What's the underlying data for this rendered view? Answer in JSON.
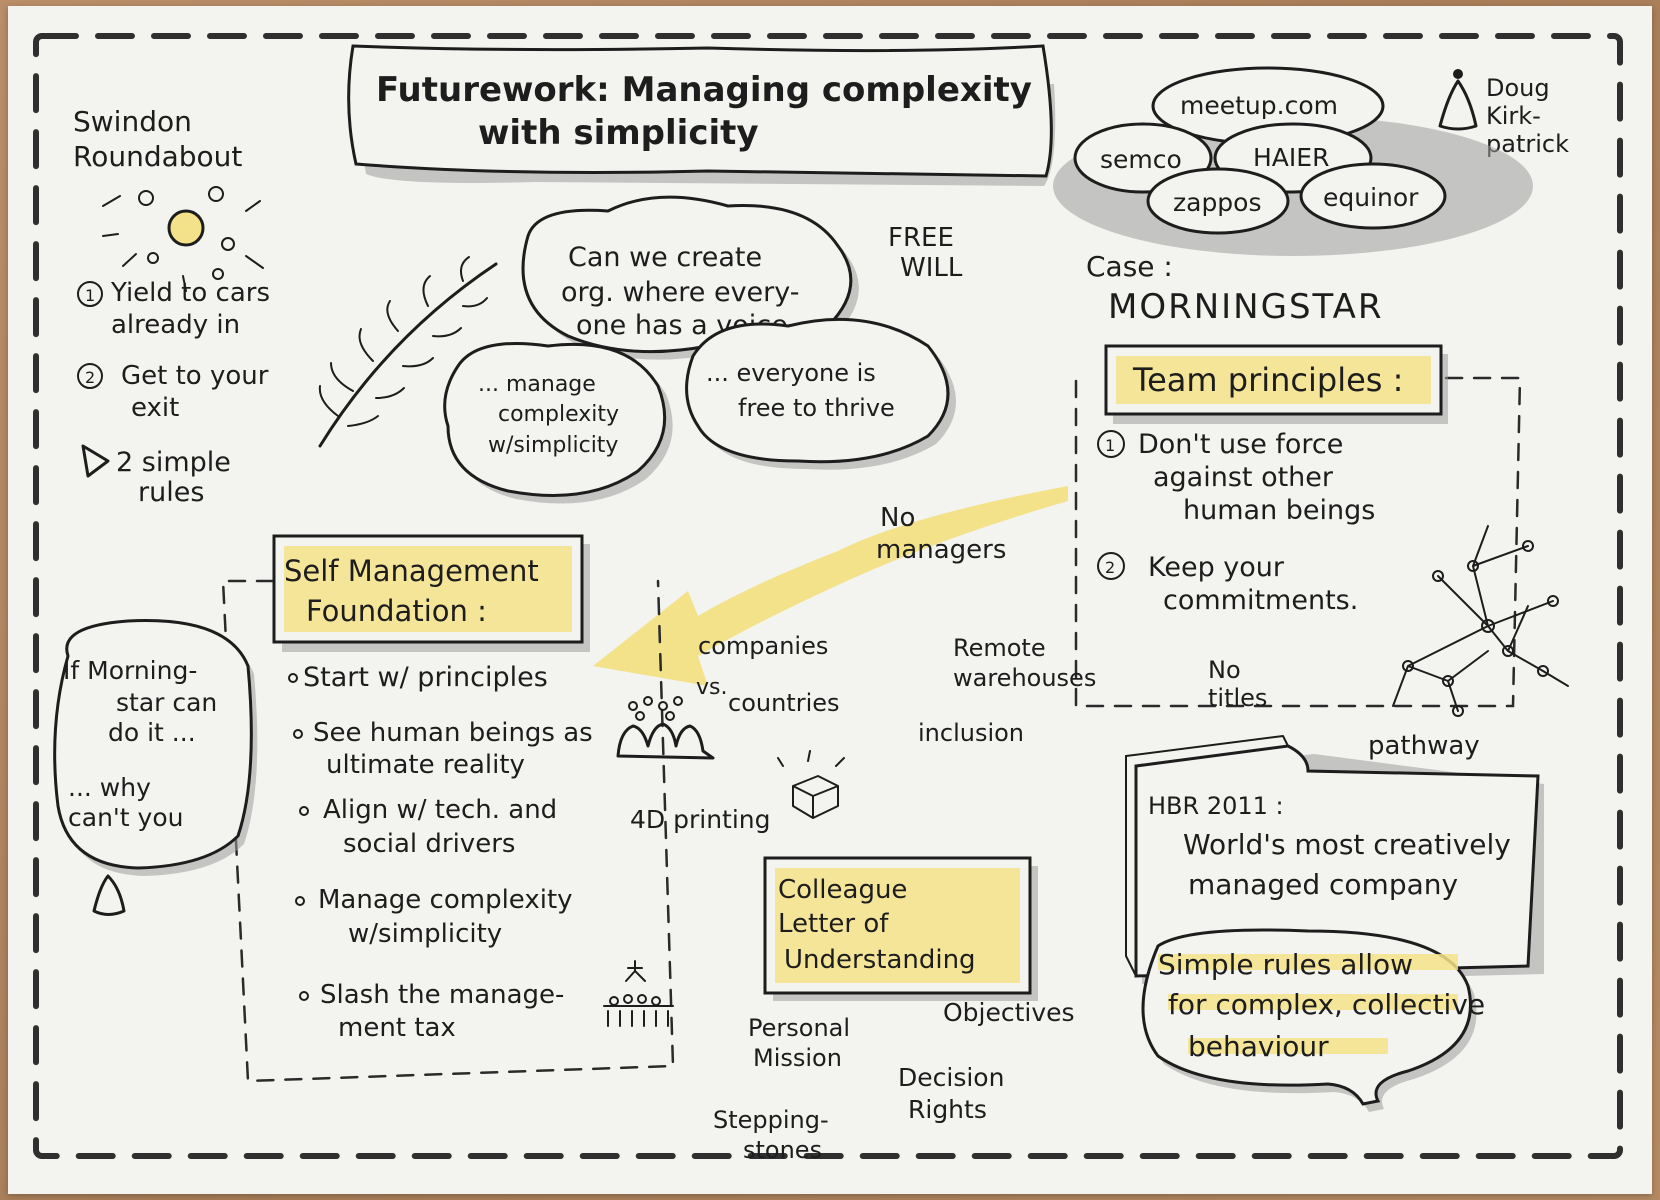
{
  "title": {
    "line1": "Futurework: Managing complexity",
    "line2": "with simplicity"
  },
  "speaker": {
    "line1": "Doug",
    "line2": "Kirk-",
    "line3": "patrick"
  },
  "companies": [
    "meetup.com",
    "semco",
    "HAIER",
    "zappos",
    "equinor"
  ],
  "roundabout": {
    "line1": "Swindon",
    "line2": "Roundabout",
    "rule1_a": "Yield to cars",
    "rule1_b": "already in",
    "rule2_a": "Get to your",
    "rule2_b": "exit",
    "summary_a": "2 simple",
    "summary_b": "rules"
  },
  "question_cloud": {
    "line1": "Can we create",
    "line2": "org. where every-",
    "line3": "one has a voice"
  },
  "cloud_complexity": {
    "line1": "... manage",
    "line2": "complexity",
    "line3": "w/simplicity"
  },
  "cloud_thrive": {
    "line1": "... everyone is",
    "line2": "free to thrive"
  },
  "free_will": {
    "line1": "FREE",
    "line2": "WILL"
  },
  "case": {
    "label": "Case :",
    "name": "MORNINGSTAR"
  },
  "team_principles": {
    "title": "Team principles :",
    "p1_a": "Don't use force",
    "p1_b": "against other",
    "p1_c": "human beings",
    "p2_a": "Keep your",
    "p2_b": "commitments."
  },
  "no_managers": {
    "line1": "No",
    "line2": "managers"
  },
  "self_management": {
    "title_a": "Self Management",
    "title_b": "Foundation :",
    "b1": "Start w/ principles",
    "b2_a": "See human beings as",
    "b2_b": "ultimate reality",
    "b3_a": "Align w/ tech. and",
    "b3_b": "social drivers",
    "b4_a": "Manage complexity",
    "b4_b": "w/simplicity",
    "b5_a": "Slash the manage-",
    "b5_b": "ment tax"
  },
  "morningstar_bubble": {
    "line1": "If Morning-",
    "line2": "star can",
    "line3": "do it ...",
    "line4": "... why",
    "line5": "can't you"
  },
  "companies_vs": {
    "line1": "companies",
    "line2": "vs.",
    "line3": "countries"
  },
  "remote": {
    "line1": "Remote",
    "line2": "warehouses"
  },
  "no_titles": {
    "line1": "No",
    "line2": "titles"
  },
  "inclusion": "inclusion",
  "pathway": "pathway",
  "printing": "4D printing",
  "colleague_letter": {
    "line1": "Colleague",
    "line2": "Letter of",
    "line3": "Understanding"
  },
  "objectives": "Objectives",
  "personal_mission": {
    "line1": "Personal",
    "line2": "Mission"
  },
  "decision_rights": {
    "line1": "Decision",
    "line2": "Rights"
  },
  "stepping_stones": {
    "line1": "Stepping-",
    "line2": "stones"
  },
  "hbr": {
    "line1": "HBR 2011 :",
    "line2": "World's most creatively",
    "line3": "managed company"
  },
  "simple_rules": {
    "line1": "Simple rules allow",
    "line2": "for complex, collective",
    "line3": "behaviour"
  }
}
